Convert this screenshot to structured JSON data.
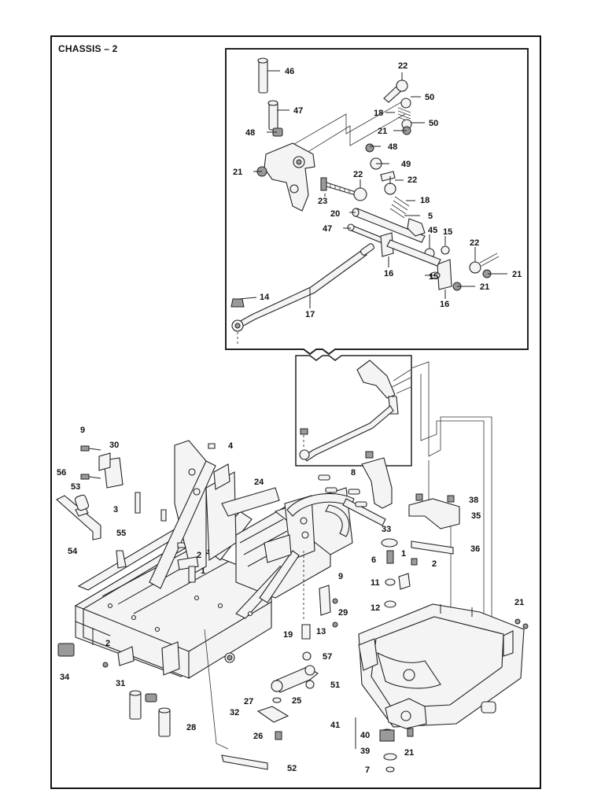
{
  "title": "CHASSIS – 2",
  "callouts": [
    {
      "n": "46"
    },
    {
      "n": "47"
    },
    {
      "n": "48"
    },
    {
      "n": "21"
    },
    {
      "n": "22"
    },
    {
      "n": "50"
    },
    {
      "n": "18"
    },
    {
      "n": "21"
    },
    {
      "n": "50"
    },
    {
      "n": "48"
    },
    {
      "n": "49"
    },
    {
      "n": "22"
    },
    {
      "n": "22"
    },
    {
      "n": "23"
    },
    {
      "n": "18"
    },
    {
      "n": "20"
    },
    {
      "n": "5"
    },
    {
      "n": "47"
    },
    {
      "n": "45"
    },
    {
      "n": "15"
    },
    {
      "n": "22"
    },
    {
      "n": "16"
    },
    {
      "n": "15"
    },
    {
      "n": "21"
    },
    {
      "n": "21"
    },
    {
      "n": "16"
    },
    {
      "n": "14"
    },
    {
      "n": "17"
    },
    {
      "n": "9"
    },
    {
      "n": "30"
    },
    {
      "n": "4"
    },
    {
      "n": "56"
    },
    {
      "n": "53"
    },
    {
      "n": "24"
    },
    {
      "n": "8"
    },
    {
      "n": "38"
    },
    {
      "n": "3"
    },
    {
      "n": "35"
    },
    {
      "n": "33"
    },
    {
      "n": "55"
    },
    {
      "n": "54"
    },
    {
      "n": "2"
    },
    {
      "n": "36"
    },
    {
      "n": "1"
    },
    {
      "n": "6"
    },
    {
      "n": "1"
    },
    {
      "n": "2"
    },
    {
      "n": "9"
    },
    {
      "n": "11"
    },
    {
      "n": "29"
    },
    {
      "n": "12"
    },
    {
      "n": "21"
    },
    {
      "n": "13"
    },
    {
      "n": "19"
    },
    {
      "n": "2"
    },
    {
      "n": "57"
    },
    {
      "n": "34"
    },
    {
      "n": "31"
    },
    {
      "n": "51"
    },
    {
      "n": "27"
    },
    {
      "n": "25"
    },
    {
      "n": "32"
    },
    {
      "n": "28"
    },
    {
      "n": "41"
    },
    {
      "n": "26"
    },
    {
      "n": "40"
    },
    {
      "n": "39"
    },
    {
      "n": "21"
    },
    {
      "n": "52"
    },
    {
      "n": "7"
    }
  ]
}
